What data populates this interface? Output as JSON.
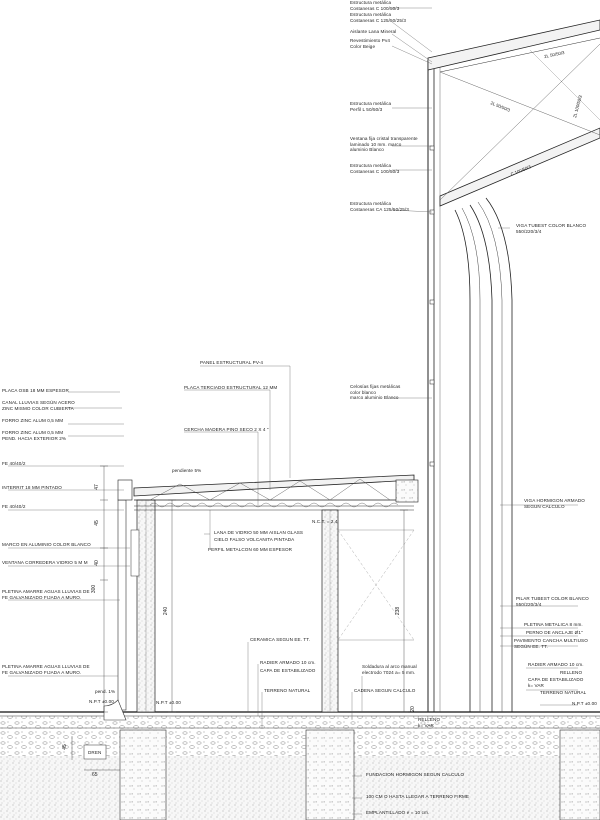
{
  "labels_top": {
    "l1": "Estructura metálica\nCostaneras C 100/50/3",
    "l2": "Estructura metálica\nCostaneras C 125/50/25/3",
    "l3": "Aislante Lana Mineral",
    "l4": "Revestimiento Pv4\nColor Beige",
    "l5": "Estructura metálica\nPerfil L 50/50/3",
    "l6": "Ventana fija cristal transparente\nlaminado 10 mm. marco\naluminio Blanco",
    "l7": "Estructura metálica\nCostaneras C 100/50/3",
    "l8": "Estructura metálica\nCostaneras CA 125/50/25/3",
    "l9": "VIGA TUBEST COLOR BLANCO\n550/220/3/4",
    "l10": "Celosías fijas metálicas\ncolor blanco\nmarco aluminio Blanco"
  },
  "labels_left": {
    "panel": "PANEL ESTRUCTURAL PV-4",
    "placa_terciado": "PLACA TERCIADO ESTRUCTURAL 12 MM",
    "cercha": "CERCHA MADERA PINO SECO 2 X 4 \"",
    "pendiente": "pendiente 5%",
    "osb": "PLACA OSB 18 MM ESPESOR",
    "canal": "CANAL LLUVIAS SEGÚN ACERO\nZINC MISMO COLOR CUBIERTA",
    "forro1": "FORRO ZINC ALUM 0,5 MM",
    "forro2": "FORRO ZINC ALUM 0,5 MM\nPEND. HACIA EXTERIOR 2%",
    "fe1": "FE 40/40/2",
    "interrit": "INTERRIT 18 MM PINTADO",
    "fe2": "FE 40/40/2",
    "marco": "MARCO EN ALUMINIO COLOR BLANCO",
    "ventana": "VENTANA CORREDERA  VIDRIO 5 M M",
    "pletina1": "PLETINA AMARRE AGUAS LLUVIAS DE\nFE GALVANIZADO FIJADA A MURO.",
    "pletina2": "PLETINA AMARRE AGUAS LLUVIAS DE\nFE GALVANIZADO FIJADA A MURO.",
    "lana": "LANA DE VIDRIO 50 MM AISLAN GLASS",
    "cielo": "CIELO FALSO VOLCANITA PINTADA",
    "perfil": "PERFIL METALCON 60 MM ESPESOR",
    "nct": "N.C.T. = 2,4",
    "ceramica": "CERAMICA SEGUN EE. TT.",
    "radier1": "RADIER ARMADO 10 cm.",
    "capa1": "CAPA DE ESTABILIZADO",
    "terreno1": "TERRENO NATURAL",
    "soldadura": "Soldadura al arco manual\nelectrodo 7024 a= 5 mm.",
    "cadena": "CADENA SEGUN CALCULO",
    "viga_hormigon": "VIGA HORMIGON ARMADO\nSEGUN CALCULO",
    "pilar": "PILAR TUBEST COLOR BLANCO\n550/220/3/4",
    "pletina_met": "PLETINA METALICA 8 mm.",
    "perno": "PERNO DE ANCLAJE Ø1\"",
    "pavimento": "PAVIMENTO CANCHA MULTIUSO\nSEGÚN EE. TT.",
    "radier2": "RADIER ARMADO 10 cm.",
    "relleno1": "RELLENO",
    "capa2": "CAPA DE ESTABILIZADO\nk= VAR",
    "terreno2": "TERRENO NATURAL",
    "relleno2": "RELLENO\nk= VAR",
    "npt1": "N.P.T ±0.00",
    "npt2": "N.P.T ±0.00",
    "npt3": "N.P.T ±0.00",
    "pend1": "pend. 1%",
    "dren": "DREN",
    "fundacion": "FUNDACION HORMIGON SEGUN CALCULO",
    "cm100": "100 CM O HASTA LLEGAR A TERRENO FIRME",
    "emplantillado": "EMPLANTILLADO e = 10 cm."
  },
  "dimensions": {
    "d47": "47",
    "d45": "45",
    "d40": "40",
    "d300": "300",
    "d240": "240",
    "d238": "238",
    "d45b": "45",
    "d65": "65",
    "d20": "20",
    "b1": "2L 50/50/3",
    "b2": "2L 50/50/3",
    "b3": "C 100/50/3",
    "b4": "2L 100/50/3"
  }
}
